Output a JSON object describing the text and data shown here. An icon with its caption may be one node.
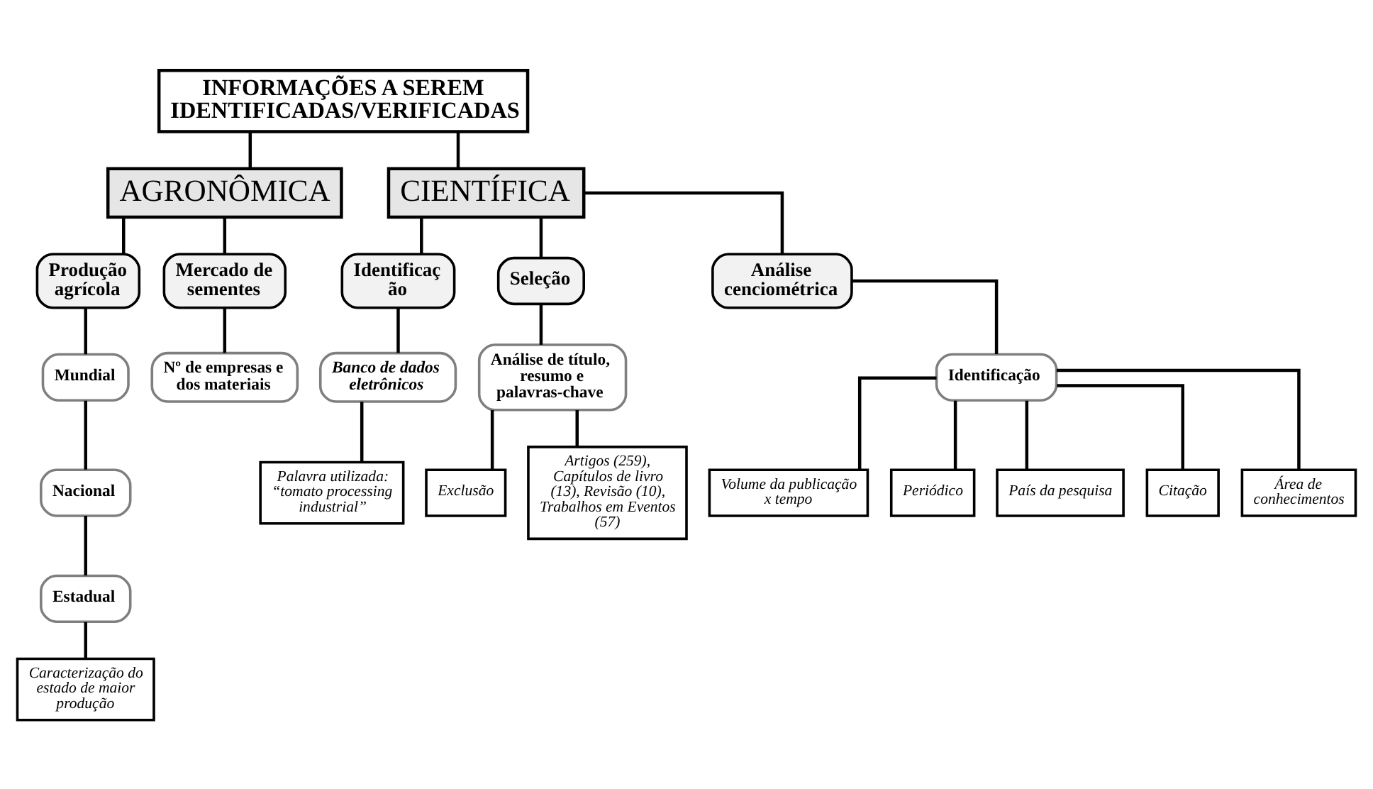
{
  "diagram": {
    "nodes": [
      {
        "text": [
          "INFORMAÇÕES A SEREM IDENTIFICADAS/VERIFICADAS"
        ]
      },
      {
        "text": [
          "AGRONÔMICA"
        ]
      },
      {
        "text": [
          "CIENTÍFICA"
        ]
      },
      {
        "text": [
          "Produção agrícola"
        ]
      },
      {
        "text": [
          "Mercado de sementes"
        ]
      },
      {
        "text": [
          "Identificaç ão"
        ]
      },
      {
        "text": [
          "Seleção"
        ]
      },
      {
        "text": [
          "Análise cenciométrica"
        ]
      },
      {
        "text": [
          "Mundial"
        ]
      },
      {
        "text": [
          "Nacional"
        ]
      },
      {
        "text": [
          "Estadual"
        ]
      },
      {
        "text": [
          "Caracterização do estado de maior produção"
        ]
      },
      {
        "text": [
          "Nº de empresas e dos materiais"
        ]
      },
      {
        "text": [
          "Banco de dados eletrônicos"
        ]
      },
      {
        "text": [
          "Palavra utilizada: “tomato processing industrial”"
        ]
      },
      {
        "text": [
          "Análise de título, resumo e palavras-chave"
        ]
      },
      {
        "text": [
          "Exclusão"
        ]
      },
      {
        "text": [
          "Artigos (259), Capítulos de livro (13), Revisão (10), Trabalhos em Eventos (57)"
        ]
      },
      {
        "text": [
          "Identificação"
        ]
      },
      {
        "text": [
          "Volume da publicação x tempo"
        ]
      },
      {
        "text": [
          "Periódico"
        ]
      },
      {
        "text": [
          "País da pesquisa"
        ]
      },
      {
        "text": [
          "Citação"
        ]
      },
      {
        "text": [
          "Área de conhecimentos"
        ]
      }
    ],
    "edges": [
      {
        "from": 0,
        "to": 1,
        "arrow": "none"
      },
      {
        "from": 0,
        "to": 2,
        "arrow": "none"
      },
      {
        "from": 1,
        "to": 3,
        "arrow": "none"
      },
      {
        "from": 1,
        "to": 4,
        "arrow": "none"
      },
      {
        "from": 2,
        "to": 5,
        "arrow": "none"
      },
      {
        "from": 2,
        "to": 6,
        "arrow": "none"
      },
      {
        "from": 2,
        "to": 7,
        "arrow": "none"
      },
      {
        "from": 3,
        "to": 8,
        "arrow": "none"
      },
      {
        "from": 8,
        "to": 9,
        "arrow": "none"
      },
      {
        "from": 9,
        "to": 10,
        "arrow": "none"
      },
      {
        "from": 10,
        "to": 11,
        "arrow": "none"
      },
      {
        "from": 4,
        "to": 12,
        "arrow": "none"
      },
      {
        "from": 5,
        "to": 13,
        "arrow": "none"
      },
      {
        "from": 13,
        "to": 14,
        "arrow": "none"
      },
      {
        "from": 6,
        "to": 15,
        "arrow": "none"
      },
      {
        "from": 15,
        "to": 16,
        "arrow": "none"
      },
      {
        "from": 15,
        "to": 17,
        "arrow": "none"
      },
      {
        "from": 7,
        "to": 18,
        "arrow": "none"
      },
      {
        "from": 18,
        "to": 19,
        "arrow": "none"
      },
      {
        "from": 18,
        "to": 20,
        "arrow": "none"
      },
      {
        "from": 18,
        "to": 21,
        "arrow": "none"
      },
      {
        "from": 18,
        "to": 22,
        "arrow": "none"
      },
      {
        "from": 18,
        "to": 23,
        "arrow": "none"
      }
    ]
  }
}
